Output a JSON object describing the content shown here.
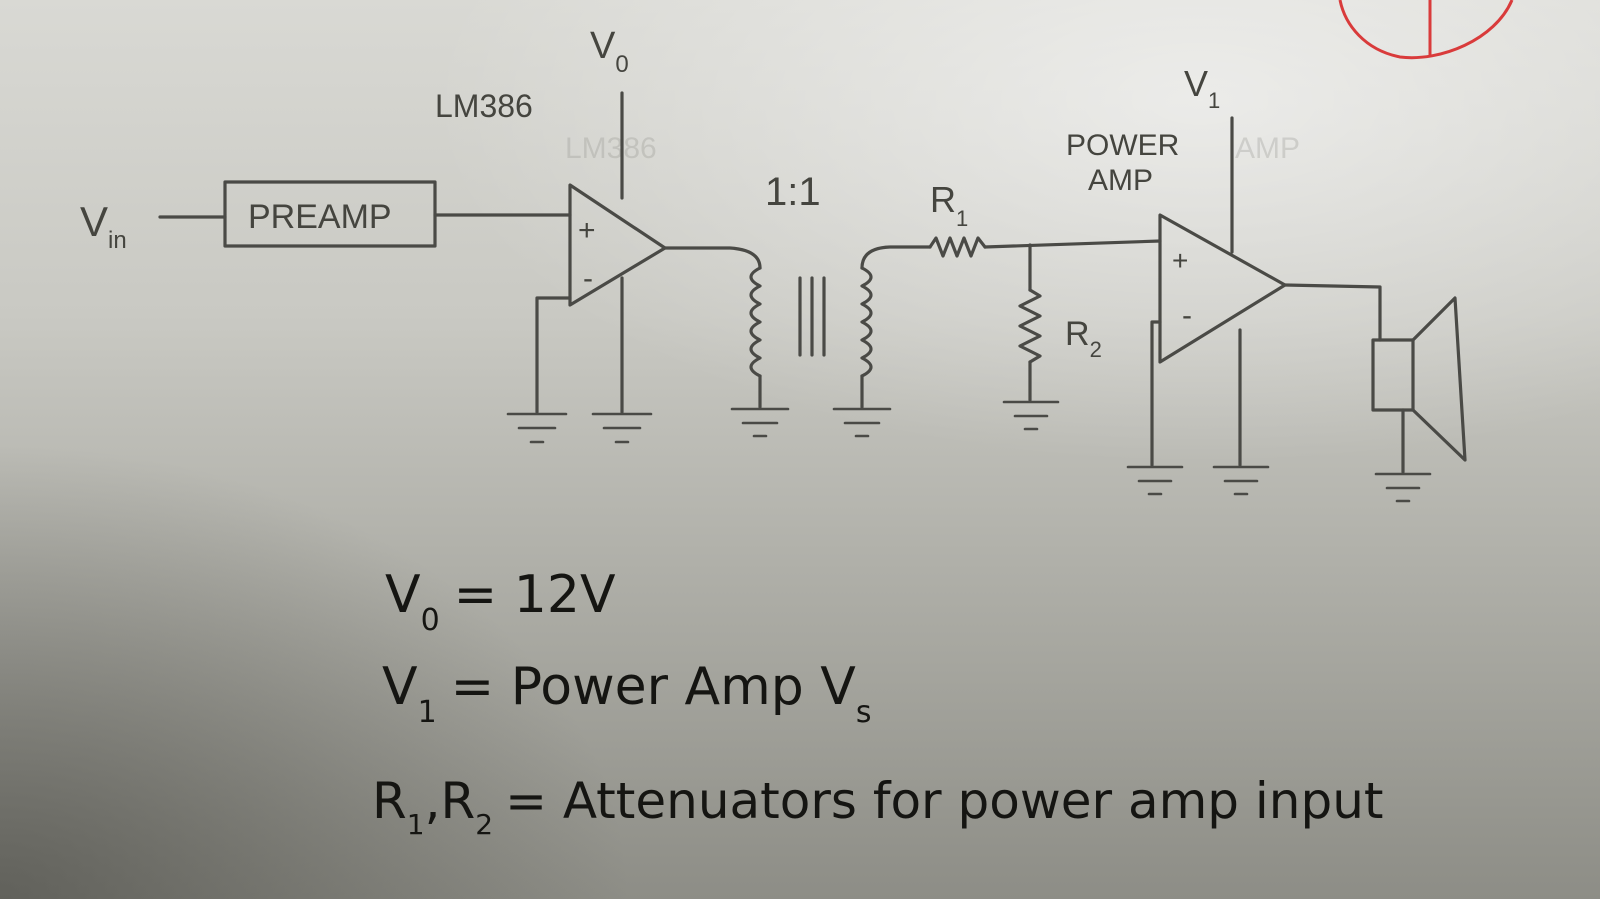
{
  "labels": {
    "vin": "V",
    "vin_sub": "in",
    "preamp": "PREAMP",
    "lm386": "LM386",
    "v0": "V",
    "v0_sub": "0",
    "plus": "+",
    "minus": "-",
    "ratio": "1:1",
    "r1": "R",
    "r1_sub": "1",
    "r2": "R",
    "r2_sub": "2",
    "power_amp_line1": "POWER",
    "power_amp_line2": "AMP",
    "v1": "V",
    "v1_sub": "1"
  },
  "notes": {
    "line1_v": "V",
    "line1_sub": "0",
    "line1_rest": "= 12V",
    "line2_v": "V",
    "line2_sub": "1",
    "line2_rest": "= Power Amp V",
    "line2_rest_sub": "s",
    "line3_r1": "R",
    "line3_r1_sub": "1",
    "line3_sep": ",",
    "line3_r2": "R",
    "line3_r2_sub": "2",
    "line3_rest": "= Attenuators for power amp input"
  }
}
